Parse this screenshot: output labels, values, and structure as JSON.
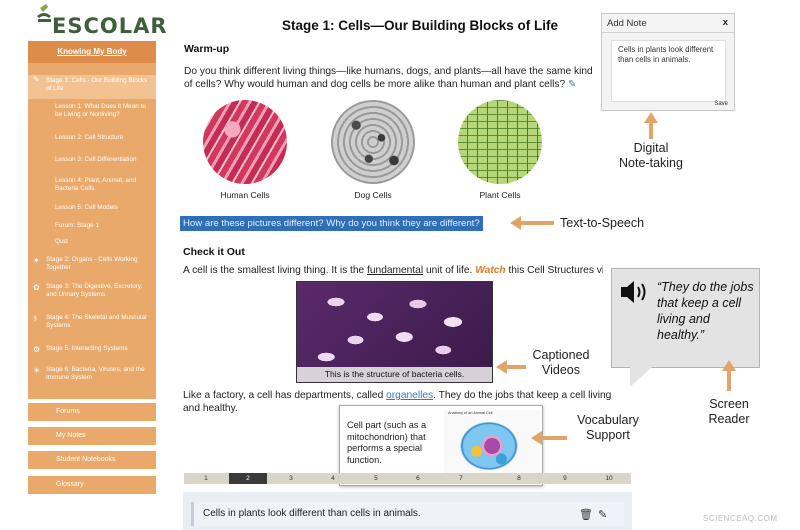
{
  "logo": {
    "text": "ESCOLAR"
  },
  "sidebar": {
    "header": "Knowing My Body",
    "items": [
      {
        "label": "Stage 1: Cells - Our Building Blocks of Life",
        "icon": "stage1-icon"
      },
      {
        "label": "Lesson 1: What Does it Mean to be Living or Nonliving?"
      },
      {
        "label": "Lesson 2: Cell Structure"
      },
      {
        "label": "Lesson 3: Cell Differentiation"
      },
      {
        "label": "Lesson 4: Plant, Animal, and Bacteria Cells"
      },
      {
        "label": "Lesson 5: Cell Models"
      },
      {
        "label": "Forum: Stage 1"
      },
      {
        "label": "Quiz"
      },
      {
        "label": "Stage 2: Organs - Cells Working Together",
        "icon": "stage2-icon"
      },
      {
        "label": "Stage 3: The Digestive, Excretory, and Urinary Systems",
        "icon": "stage3-icon"
      },
      {
        "label": "Stage 4: The Skeletal and Muscular Systems",
        "icon": "stage4-icon"
      },
      {
        "label": "Stage 5: Interacting Systems",
        "icon": "stage5-icon"
      },
      {
        "label": "Stage 6: Bacteria, Viruses, and the Immune System",
        "icon": "stage6-icon"
      }
    ],
    "buttons": [
      "Forums",
      "My Notes",
      "Student Notebooks",
      "Glossary"
    ]
  },
  "main": {
    "title": "Stage 1: Cells—Our Building Blocks of Life",
    "warmup_heading": "Warm-up",
    "warmup_line1": "Do you think different living things—like humans, dogs, and plants—all have the same kind",
    "warmup_line2": "of cells? Why would human and dog cells be more alike than human and plant cells?",
    "cell_captions": [
      "Human Cells",
      "Dog Cells",
      "Plant Cells"
    ],
    "tts_text": "How are these pictures different? Why do you think they are different?",
    "check_heading": "Check it Out",
    "check_pre": "A cell is the smallest living thing. It is the ",
    "check_term": "fundamental",
    "check_mid": " unit of life. ",
    "check_watch": "Watch",
    "check_post": " this Cell Structures video.",
    "video_caption": "This is the structure of bacteria cells.",
    "factory_pre": "Like a factory, a cell has departments, called ",
    "factory_term": "organelles",
    "factory_post": ". They do the jobs that keep a cell living",
    "factory_line2": "and healthy."
  },
  "note_panel": {
    "title": "Add Note",
    "close": "x",
    "text": "Cells in plants look different than cells in animals.",
    "save": "Save"
  },
  "annotations": {
    "note_taking": [
      "Digital",
      "Note-taking"
    ],
    "tts": "Text-to-Speech",
    "captioned": [
      "Captioned",
      "Videos"
    ],
    "vocab": [
      "Vocabulary",
      "Support"
    ],
    "screen_reader": [
      "Screen",
      "Reader"
    ],
    "sr_quote": "“They do the jobs that keep a cell living and healthy.”"
  },
  "vocab_popup": {
    "definition": "Cell part (such as a mitochondrion) that performs a special function.",
    "image_title": "Anatomy of an Animal Cell"
  },
  "pagination": {
    "pages": [
      "1",
      "2",
      "3",
      "4",
      "5",
      "6",
      "7",
      "8",
      "9",
      "10"
    ],
    "current": "2"
  },
  "saved_note": {
    "text": "Cells in plants look different than cells in animals."
  },
  "watermark": "SCIENCEAQ.COM",
  "colors": {
    "sidebar": "#e9a96a",
    "sidebar_header": "#dd8c4a",
    "arrow": "#e1a56a",
    "tts_highlight": "#2f6fb7",
    "watch": "#e07a2a"
  }
}
